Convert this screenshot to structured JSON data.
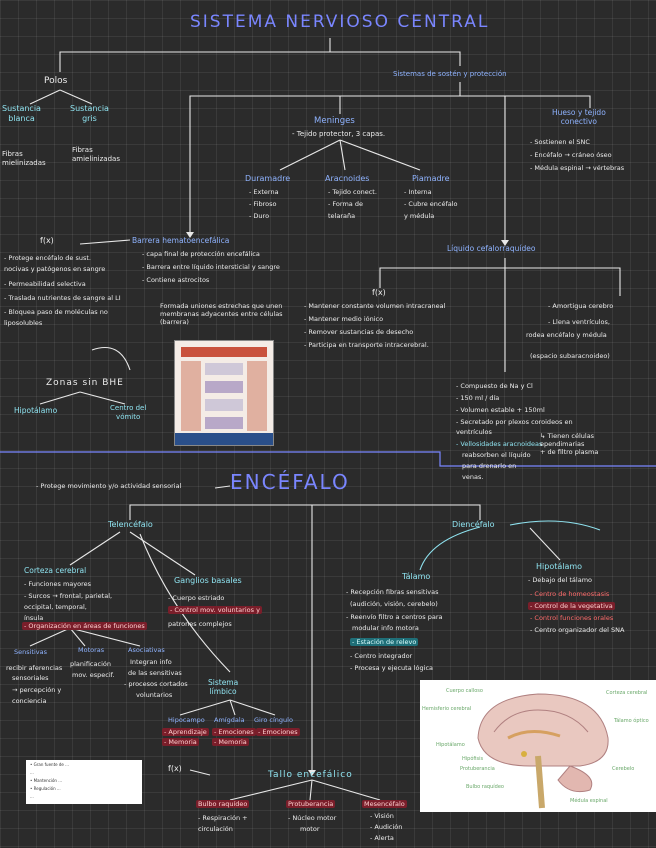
{
  "title_snc": "SISTEMA NERVIOSO CENTRAL",
  "polos": {
    "label": "Polos",
    "blanca": "Sustancia\nblanca",
    "gris": "Sustancia\ngris",
    "fibras_mielin": "Fibras\nmielinizadas",
    "fibras_amiel": "Fibras\namielinizadas"
  },
  "sostén": "Sistemas de sostén y protección",
  "meninges": {
    "title": "Meninges",
    "desc": "- Tejido protector, 3 capas.",
    "duramadre": "Duramadre",
    "dura_items": [
      "- Externa",
      "- Fibroso",
      "- Duro"
    ],
    "aracnoides": "Aracnoides",
    "arac_items": [
      "- Tejido conect.",
      "- Forma de",
      "  telaraña"
    ],
    "piamadre": "Piamadre",
    "pia_items": [
      "- Interna",
      "- Cubre encéfalo",
      "  y médula"
    ]
  },
  "hueso": {
    "title": "Hueso y tejido\nconectivo",
    "items": [
      "- Sostienen el SNC",
      "- Encéfalo → cráneo óseo",
      "- Médula espinal → vértebras"
    ]
  },
  "barrera": {
    "title": "Barrera hematoencefálica",
    "items": [
      "- capa final de protección encefálica",
      "- Barrera entre líquido intersticial y sangre",
      "- Contiene astrocitos"
    ],
    "fx_label": "f(x)",
    "fx_items": [
      "- Protege encéfalo de sust.",
      "  nocivas y patógenos en sangre",
      "- Permeabilidad selectiva",
      "- Traslada nutrientes de sangre al LI",
      "- Bloquea paso de moléculas no",
      "  liposolubles"
    ],
    "formed": "Formada uniones estrechas que unen\nmembranas adyacentes entre células\n(barrera)",
    "zonas": "Zonas sin BHE",
    "hipo": "Hipotálamo",
    "vomito": "Centro del\nvómito"
  },
  "liquido": {
    "title": "Líquido cefalorraquídeo",
    "fx_label": "f(x)",
    "fx_items": [
      "- Mantener constante volumen intracraneal",
      "- Mantener medio iónico",
      "- Remover sustancias de desecho",
      "- Participa en transporte intracerebral."
    ],
    "amort": [
      "- Amortigua cerebro",
      "- Llena ventrículos,",
      "  rodea encéfalo y médula",
      "  (espacio subaracnoideo)"
    ],
    "comp": [
      "- Compuesto de Na y Cl",
      "- 150 ml / día",
      "- Volumen estable + 150ml",
      "- Secretado por plexos coroideos en",
      "  ventrículos",
      "- Vellosidades aracnoideas",
      "  reabsorben el líquido",
      "  para drenarlo en",
      "  venas."
    ],
    "cells": "↳ Tienen células\nependimarias\n+ de filtro plasma"
  },
  "encefalo": {
    "title": "ENCÉFALO",
    "desc": "- Protege movimiento y/o actividad sensorial"
  },
  "telencefalo": {
    "title": "Telencéfalo",
    "corteza": "Corteza cerebral",
    "corteza_items": [
      "- Funciones mayores",
      "- Surcos → frontal, parietal,",
      "  occipital, temporal,",
      "  ínsula"
    ],
    "hl": "- Organización en áreas de funciones",
    "sens": "Sensitivas",
    "sens_items": [
      "recibir aferencias",
      "sensoriales",
      "→ percepción y",
      "conciencia"
    ],
    "motoras": "Motoras",
    "mot_items": [
      "planificación",
      "mov. especif."
    ],
    "asoc": "Asociativas",
    "asoc_items": [
      "Integran info",
      "de las sensitivas",
      "- procesos cortados",
      "voluntarios"
    ],
    "ganglios": "Ganglios basales",
    "gang_items": [
      "- Cuerpo estriado",
      "- Control mov. voluntarios y",
      "  patrones complejos"
    ],
    "limbico": "Sistema\nlímbico",
    "hipocampo": "Hipocampo",
    "hipo_items": [
      "- Aprendizaje",
      "- Memoria"
    ],
    "amigdala": "Amígdala",
    "amig_items": [
      "- Emociones",
      "- Memoria"
    ],
    "giro": "Giro cíngulo",
    "giro_items": [
      "- Emociones"
    ]
  },
  "diencefalo": {
    "title": "Diencéfalo",
    "talamo": "Tálamo",
    "tal_items": [
      "- Recepción fibras sensitivas",
      "  (audición, visión, cerebelo)",
      "- Reenvío filtro a centros para",
      "  modular info motora"
    ],
    "tal_hl": "- Estación de relevo",
    "tal_items2": [
      "- Centro integrador",
      "- Procesa y ejecuta lógica"
    ],
    "hipot": "Hipotálamo",
    "hipot_sub": "- Debajo del tálamo",
    "hipot_items": [
      "- Centro de homeostasis",
      "- Control de la vegetativa",
      "- Control funciones orales",
      "- Centro organizador del SNA"
    ]
  },
  "tallo": {
    "title": "Tallo encefálico",
    "fx": "f(x)",
    "bulbo": "Bulbo raquídeo",
    "bulbo_items": [
      "- Respiración +",
      "  circulación"
    ],
    "protu": "Protuberancia",
    "protu_items": [
      "- Núcleo motor",
      "  motor"
    ],
    "mesen": "Mesencéfalo",
    "mesen_items": [
      "- Visión",
      "- Audición",
      "- Alerta"
    ]
  },
  "brain_labels": [
    "Cuerpo calloso",
    "Hemisferio cerebral",
    "Hipotálamo",
    "Hipófisis",
    "Protuberancia",
    "Bulbo raquídeo",
    "Corteza cerebral",
    "Tálamo óptico",
    "Cerebelo",
    "Médula espinal"
  ],
  "note_box": [
    "• Gran fuente de ...",
    "  ...",
    "• Mantención ...",
    "• Regulación ...",
    "  ..."
  ],
  "colors": {
    "background": "#2b2b2b",
    "blue": "#7a86ff",
    "red_hl": "#7a1e2a",
    "teal_hl": "#1f6f78"
  }
}
